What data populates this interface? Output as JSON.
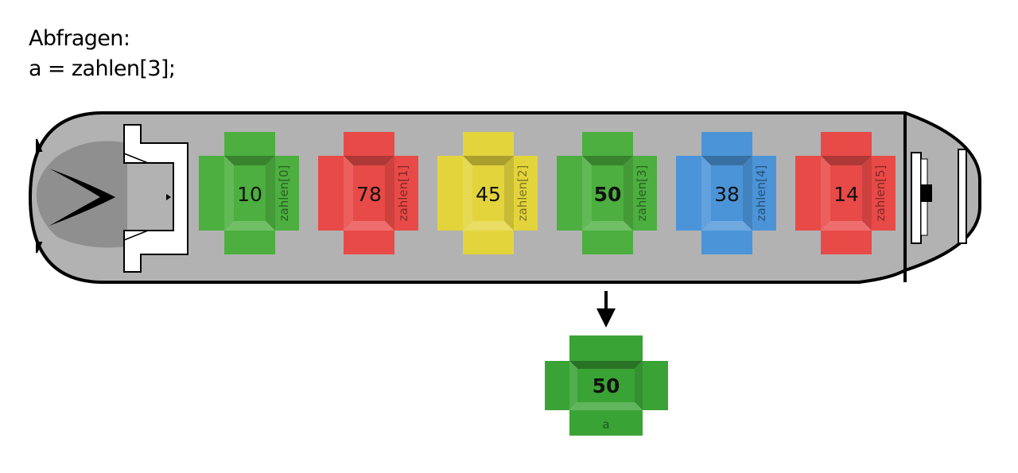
{
  "heading": {
    "line1": "Abfragen:",
    "line2": "a = zahlen[3];"
  },
  "array": {
    "cells": [
      {
        "value": "10",
        "label": "zahlen[0]",
        "color": "#4caf3f",
        "bold": false
      },
      {
        "value": "78",
        "label": "zahlen[1]",
        "color": "#e84a47",
        "bold": false
      },
      {
        "value": "45",
        "label": "zahlen[2]",
        "color": "#e3d43c",
        "bold": false
      },
      {
        "value": "50",
        "label": "zahlen[3]",
        "color": "#4caf3f",
        "bold": true
      },
      {
        "value": "38",
        "label": "zahlen[4]",
        "color": "#4b94d8",
        "bold": false
      },
      {
        "value": "14",
        "label": "zahlen[5]",
        "color": "#e84a47",
        "bold": false
      }
    ]
  },
  "result": {
    "value": "50",
    "label": "a",
    "color": "#3aa335"
  },
  "colors": {
    "hull": "#b2b2b2",
    "outline": "#000000"
  }
}
